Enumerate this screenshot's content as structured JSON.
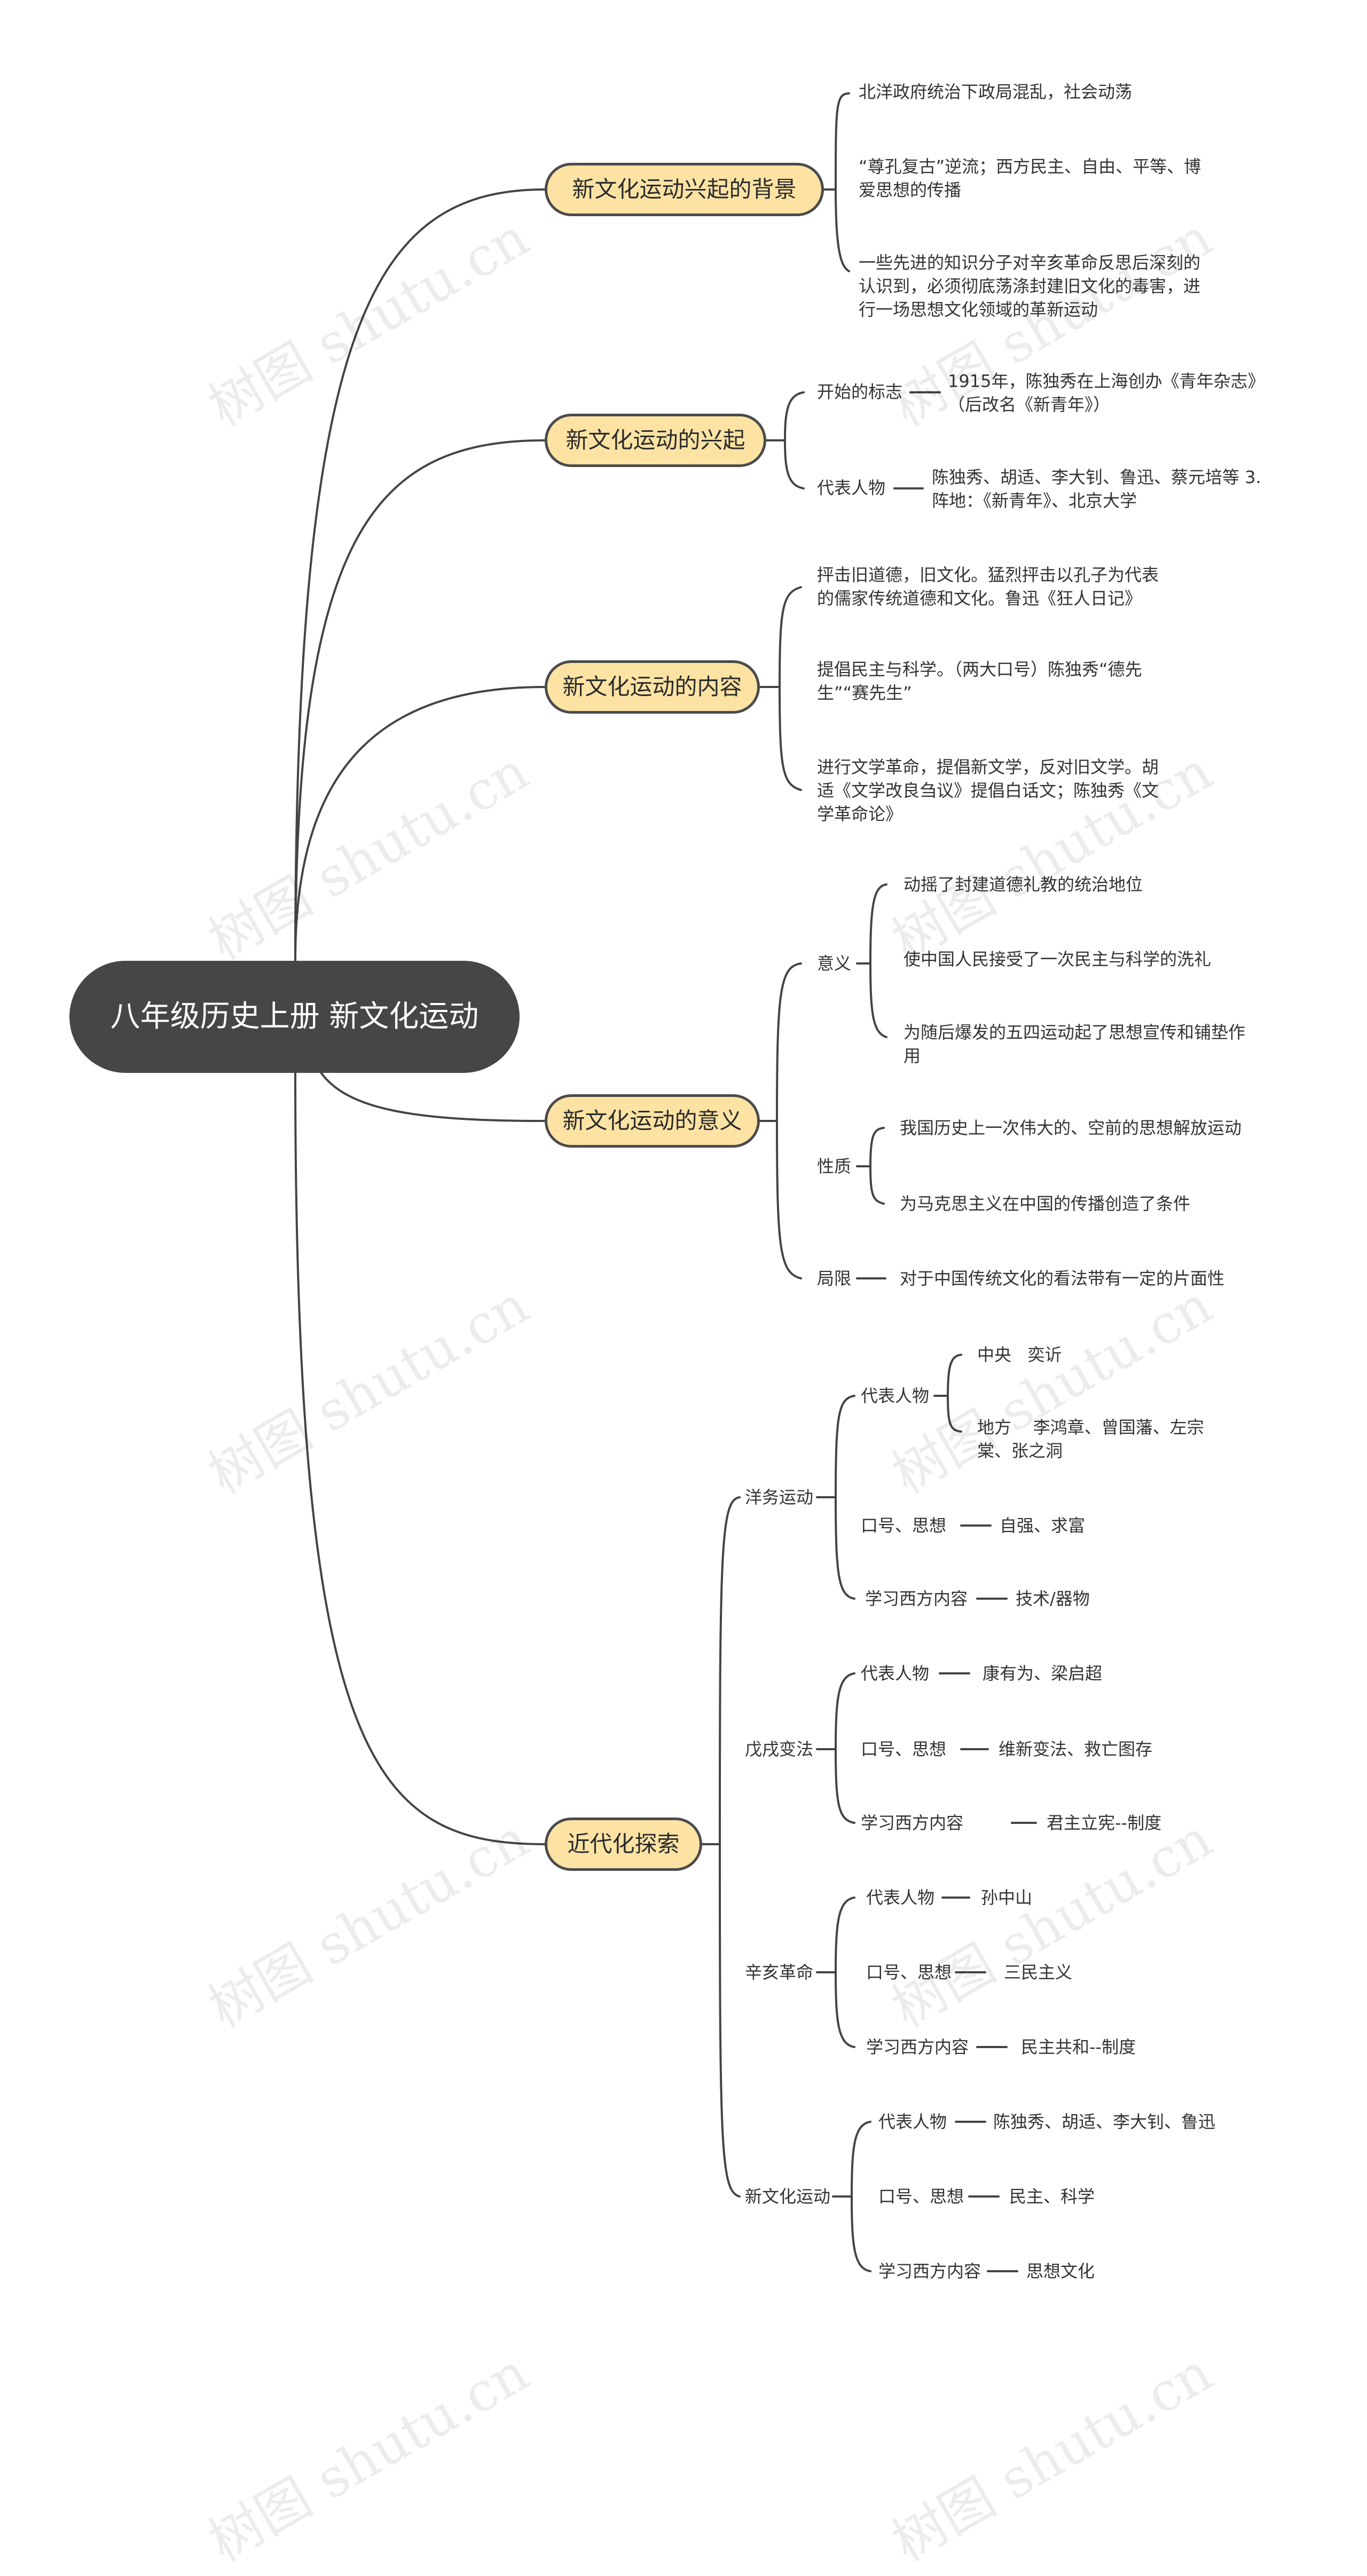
{
  "root": "八年级历史上册  新文化运动",
  "watermark": "树图 shutu.cn",
  "colors": {
    "root_bg": "#464646",
    "topic_bg": "#fce3a4",
    "line": "#444444"
  },
  "topics": [
    {
      "label": "新文化运动兴起的背景",
      "items": [
        "北洋政府统治下政局混乱，社会动荡",
        "“尊孔复古”逆流；西方民主、自由、平等、博爱思想的传播",
        "一些先进的知识分子对辛亥革命反思后深刻的认识到，必须彻底荡涤封建旧文化的毒害，进行一场思想文化领域的革新运动"
      ]
    },
    {
      "label": "新文化运动的兴起",
      "items": [
        {
          "label": "开始的标志",
          "value": "1915年，陈独秀在上海创办《青年杂志》（后改名《新青年》）"
        },
        {
          "label": "代表人物",
          "value": "陈独秀、胡适、李大钊、鲁迅、蔡元培等  3.阵地：《新青年》、北京大学"
        }
      ]
    },
    {
      "label": "新文化运动的内容",
      "items": [
        "抨击旧道德，旧文化。猛烈抨击以孔子为代表的儒家传统道德和文化。鲁迅《狂人日记》",
        "提倡民主与科学。（两大口号）陈独秀“德先生”“赛先生”",
        "进行文学革命，提倡新文学，反对旧文学。胡适《文学改良刍议》提倡白话文；陈独秀《文学革命论》"
      ]
    },
    {
      "label": "新文化运动的意义",
      "items": [
        {
          "label": "意义",
          "children": [
            "动摇了封建道德礼教的统治地位",
            "使中国人民接受了一次民主与科学的洗礼",
            "为随后爆发的五四运动起了思想宣传和铺垫作用"
          ]
        },
        {
          "label": "性质",
          "children": [
            "我国历史上一次伟大的、空前的思想解放运动",
            "为马克思主义在中国的传播创造了条件"
          ]
        },
        {
          "label": "局限",
          "value": "对于中国传统文化的看法带有一定的片面性"
        }
      ]
    },
    {
      "label": "近代化探索",
      "items": [
        {
          "label": "洋务运动",
          "children": [
            {
              "label": "代表人物",
              "children": [
                "中央   奕䜣",
                "地方    李鸿章、曾国藩、左宗棠、张之洞"
              ]
            },
            {
              "label": "口号、思想",
              "value": "自强、求富"
            },
            {
              "label": "学习西方内容",
              "value": "技术/器物"
            }
          ]
        },
        {
          "label": "戊戌变法",
          "children": [
            {
              "label": "代表人物",
              "value": "康有为、梁启超"
            },
            {
              "label": "口号、思想",
              "value": "维新变法、救亡图存"
            },
            {
              "label": "学习西方内容",
              "value": "君主立宪--制度"
            }
          ]
        },
        {
          "label": "辛亥革命",
          "children": [
            {
              "label": "代表人物",
              "value": "孙中山"
            },
            {
              "label": "口号、思想",
              "value": "三民主义"
            },
            {
              "label": "学习西方内容",
              "value": "民主共和--制度"
            }
          ]
        },
        {
          "label": "新文化运动",
          "children": [
            {
              "label": "代表人物",
              "value": "陈独秀、胡适、李大钊、鲁迅"
            },
            {
              "label": "口号、思想",
              "value": "民主、科学"
            },
            {
              "label": "学习西方内容",
              "value": "思想文化"
            }
          ]
        }
      ]
    }
  ]
}
